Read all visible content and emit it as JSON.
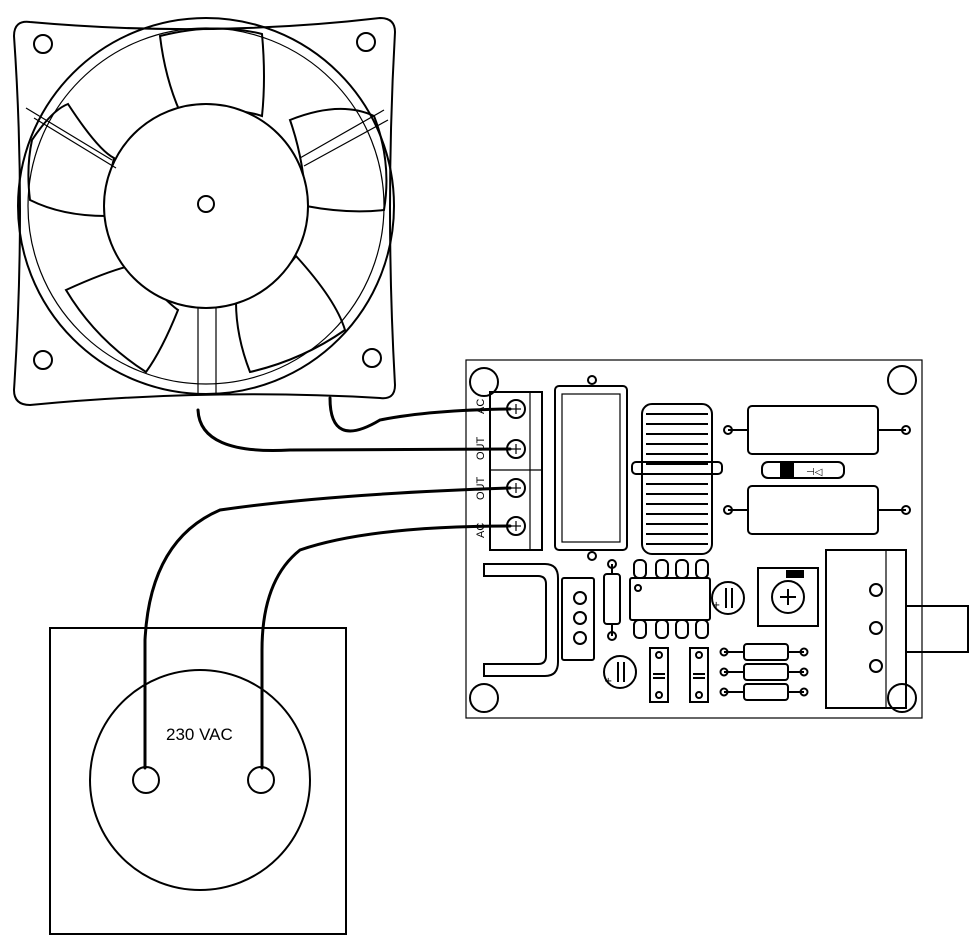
{
  "outlet": {
    "voltage_label": "230 VAC"
  },
  "terminal_block": {
    "terminals": [
      "AC",
      "OUT",
      "OUT",
      "AC"
    ]
  },
  "components": {
    "capacitor_polarity": "+",
    "diode_symbol": "⊣◁",
    "ceramic_cap_symbol": "–||–"
  }
}
